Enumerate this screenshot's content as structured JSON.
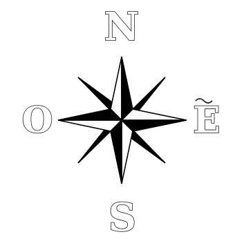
{
  "compass": {
    "north_label": "N",
    "south_label": "S",
    "east_label": "E",
    "west_label": "O",
    "ink_color": "#000000",
    "paper_color": "#ffffff"
  }
}
